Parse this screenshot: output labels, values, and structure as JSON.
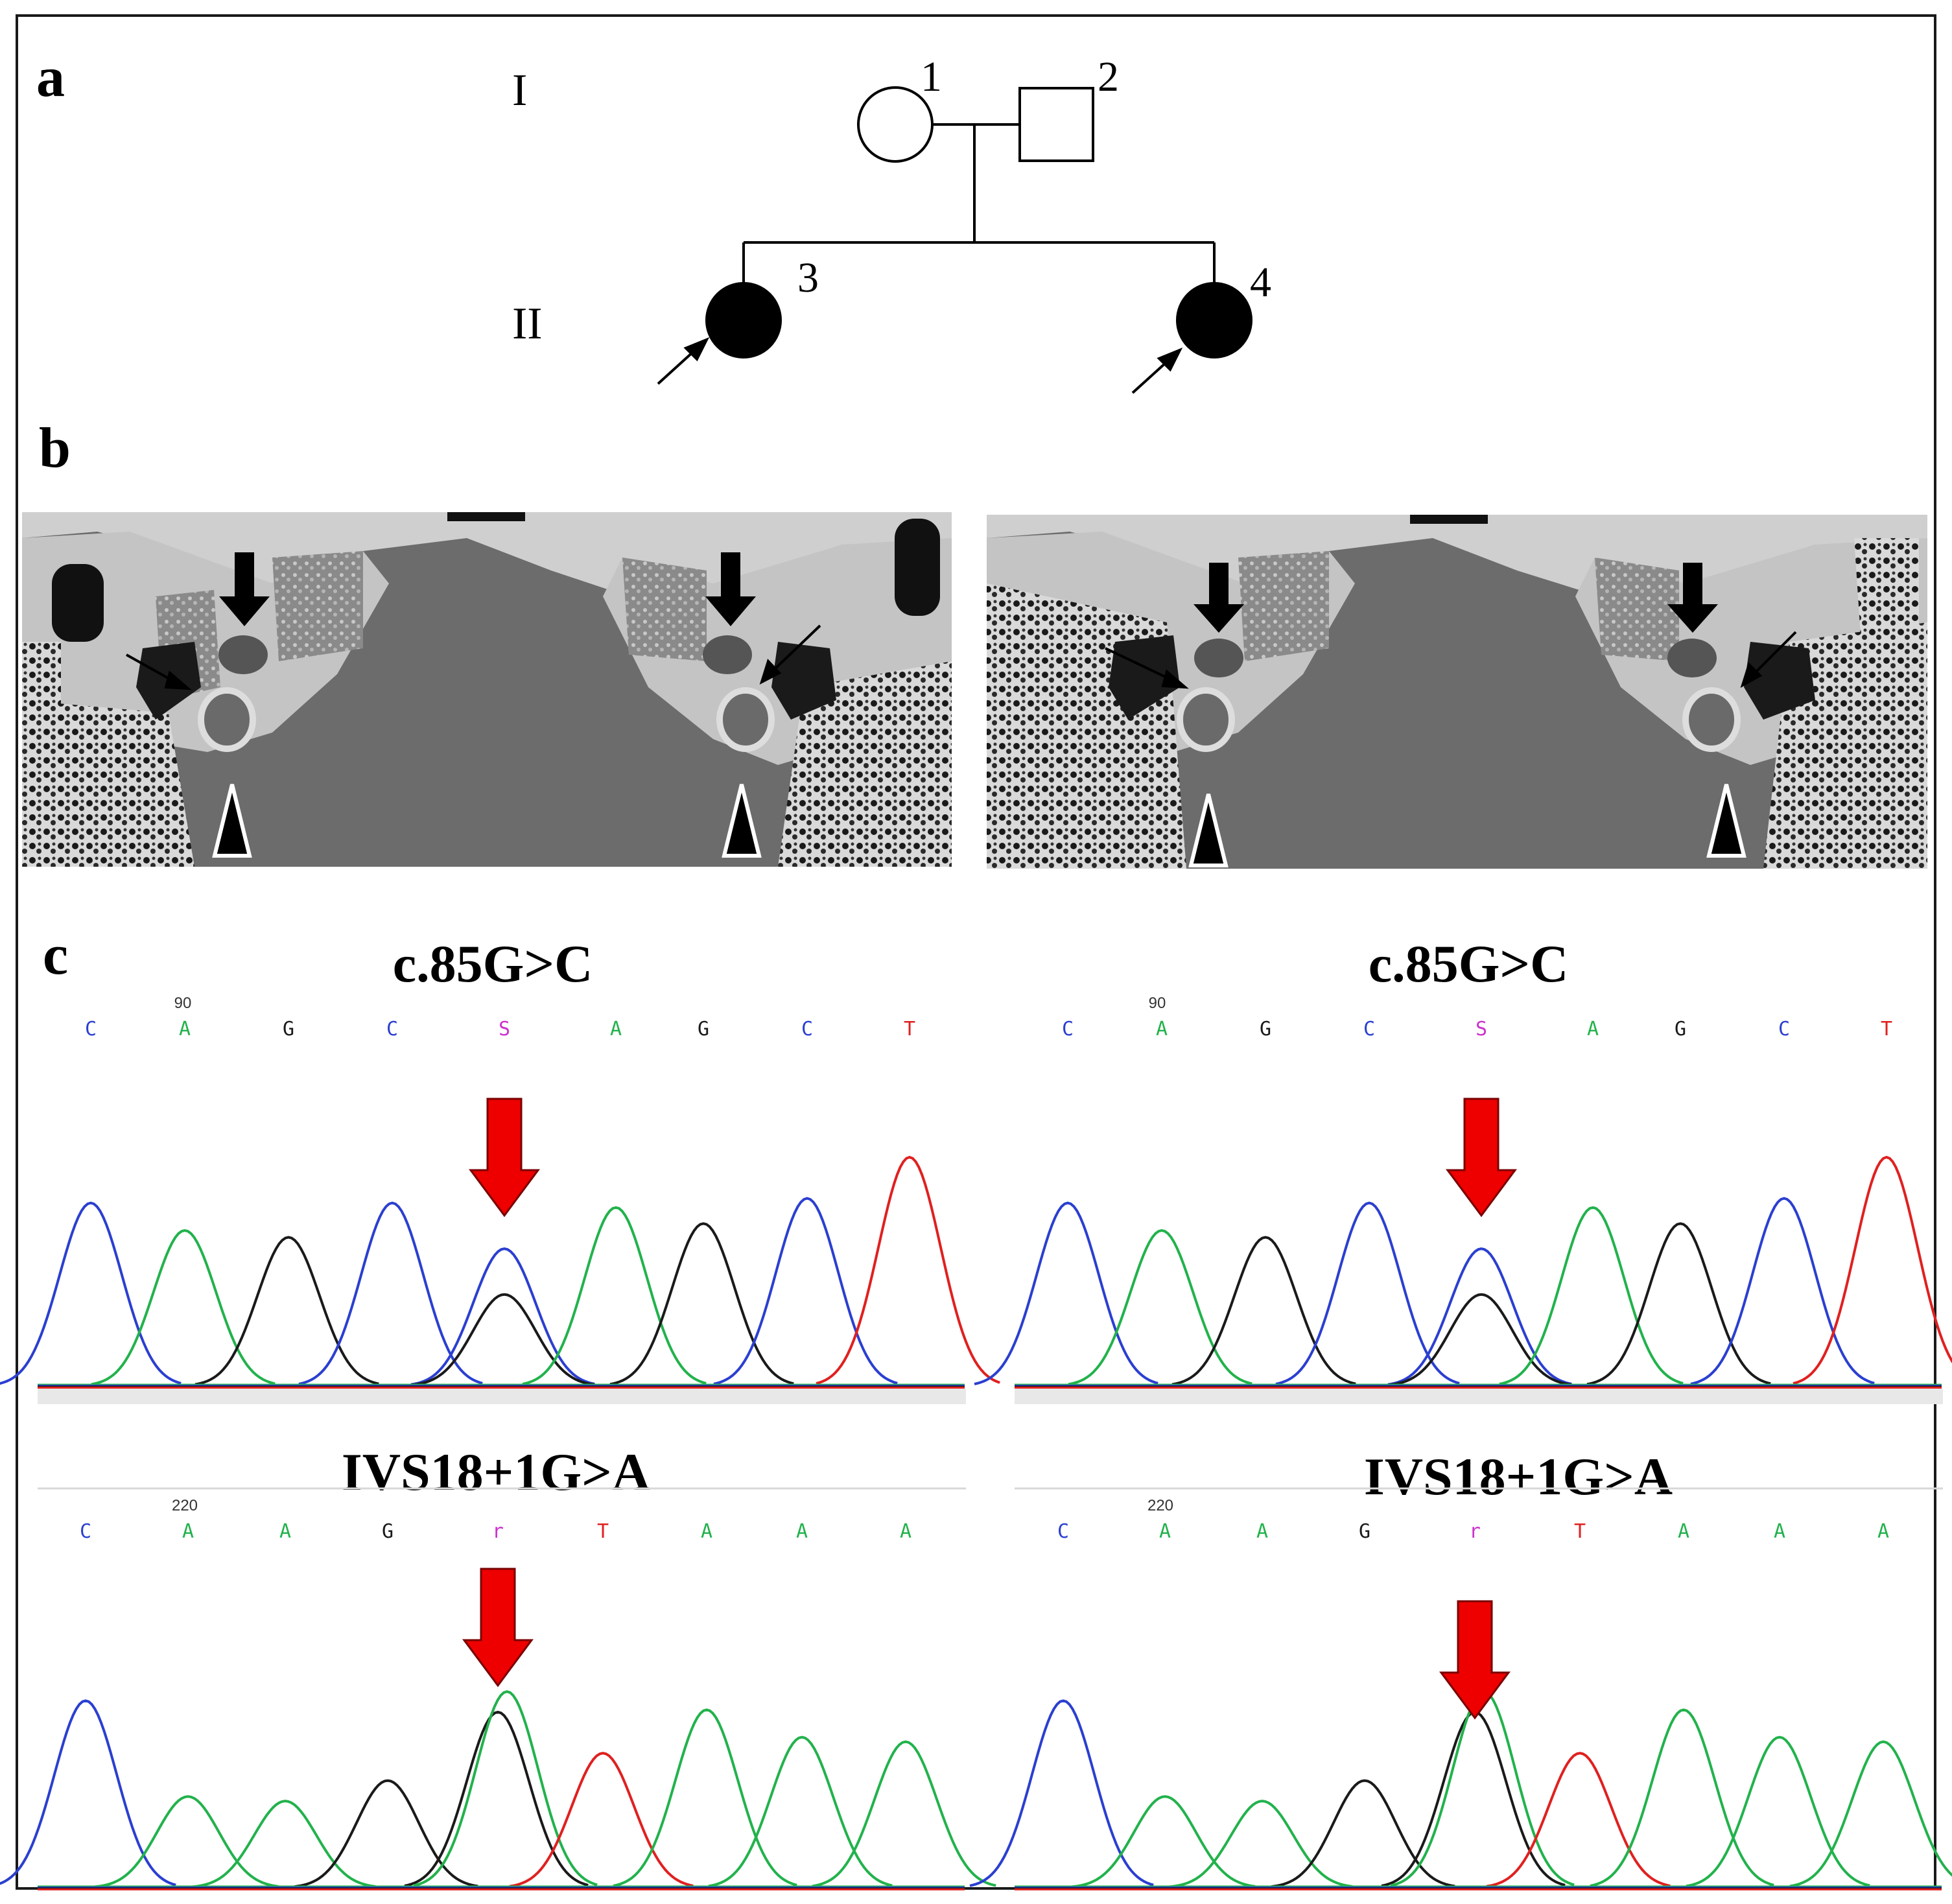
{
  "figure": {
    "panel_a_label": "a",
    "panel_b_label": "b",
    "panel_c_label": "c"
  },
  "pedigree": {
    "generation_1": "I",
    "generation_2": "II",
    "individuals": [
      {
        "id": "1",
        "sex": "female",
        "affected": false,
        "proband_arrow": false
      },
      {
        "id": "2",
        "sex": "male",
        "affected": false,
        "proband_arrow": false
      },
      {
        "id": "3",
        "sex": "female",
        "affected": true,
        "proband_arrow": true
      },
      {
        "id": "4",
        "sex": "female",
        "affected": true,
        "proband_arrow": true
      }
    ]
  },
  "colors": {
    "A": "#22b24c",
    "C": "#2b3fd0",
    "G": "#1a1a1a",
    "T": "#e02020",
    "S": "#cc33cc",
    "arrow": "#ee0000"
  },
  "chromatograms": {
    "top_mutation": "c.85G>C",
    "bottom_mutation": "IVS18+1G>A",
    "top_position": "90",
    "bottom_position": "220",
    "top_bases": [
      "C",
      "A",
      "G",
      "C",
      "S",
      "A",
      "G",
      "C",
      "T"
    ],
    "bottom_bases": [
      "C",
      "A",
      "A",
      "G",
      "r",
      "T",
      "A",
      "A",
      "A"
    ]
  }
}
